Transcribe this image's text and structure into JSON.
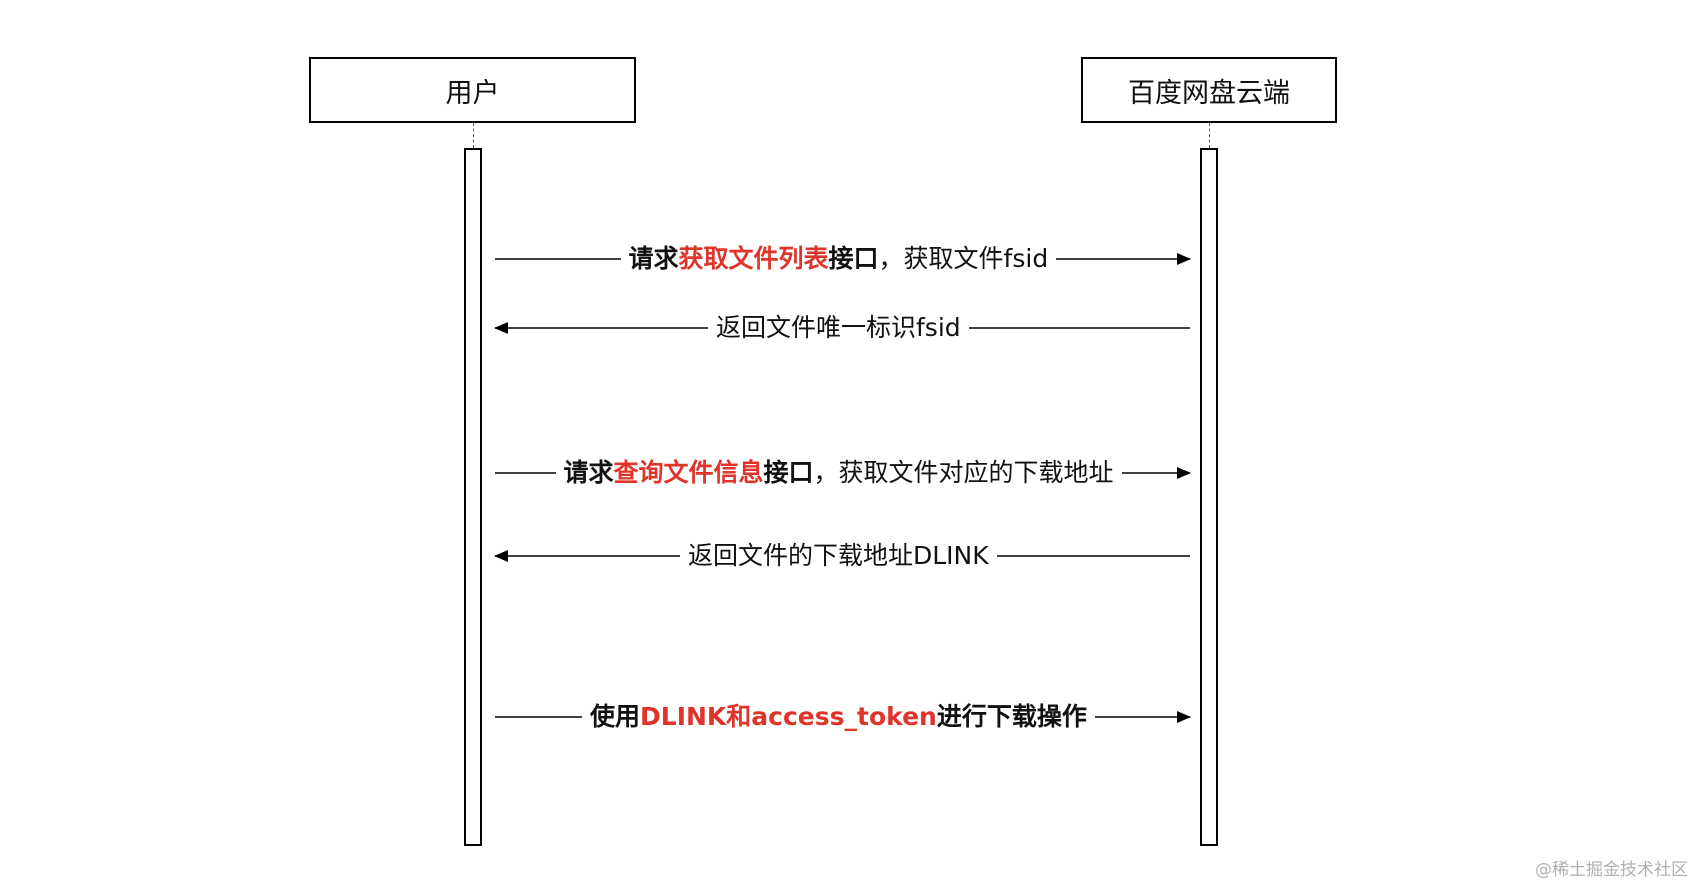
{
  "participants": {
    "user": "用户",
    "cloud": "百度网盘云端"
  },
  "messages": [
    {
      "direction": "right",
      "parts": [
        {
          "text": "请求",
          "style": "bold"
        },
        {
          "text": "获取文件列表",
          "style": "bold-red"
        },
        {
          "text": "接口",
          "style": "bold"
        },
        {
          "text": "，获取文件fsid",
          "style": "normal"
        }
      ]
    },
    {
      "direction": "left",
      "parts": [
        {
          "text": "返回文件唯一标识fsid",
          "style": "normal"
        }
      ]
    },
    {
      "direction": "right",
      "parts": [
        {
          "text": "请求",
          "style": "bold"
        },
        {
          "text": "查询文件信息",
          "style": "bold-red"
        },
        {
          "text": "接口",
          "style": "bold"
        },
        {
          "text": "，获取文件对应的下载地址",
          "style": "normal"
        }
      ]
    },
    {
      "direction": "left",
      "parts": [
        {
          "text": "返回文件的下载地址DLINK",
          "style": "normal"
        }
      ]
    },
    {
      "direction": "right",
      "parts": [
        {
          "text": "使用",
          "style": "bold"
        },
        {
          "text": "DLINK和access_token",
          "style": "bold-red"
        },
        {
          "text": "进行下载操作",
          "style": "bold"
        }
      ]
    }
  ],
  "colors": {
    "highlight": "#e0342a",
    "line": "#000000"
  },
  "watermark": "@稀土掘金技术社区"
}
